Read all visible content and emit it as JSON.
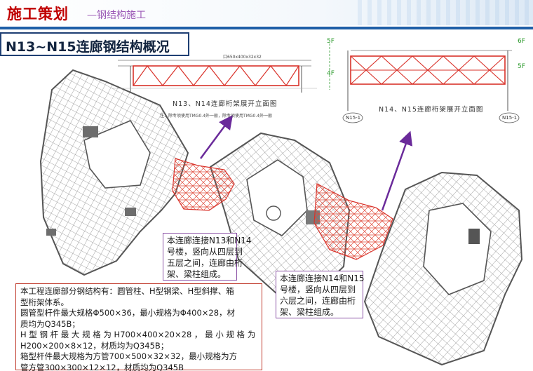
{
  "header": {
    "section_title": "施工策划",
    "section_subtitle": "—钢结构施工"
  },
  "page_title": "N13~N15连廊钢结构概况",
  "drawing_left": {
    "title": "N13、N14连廊桁架展开立面图",
    "note": "注：除专项使用TMG0.4外一般，除专项使用TMG0.4外一般",
    "dimension_label": "口650x400x32x32"
  },
  "drawing_right": {
    "title": "N14、N15连廊桁架展开立面图",
    "floor_labels": [
      "5F",
      "6F",
      "4F",
      "5F"
    ],
    "building_labels": [
      "N15-1",
      "N15-1"
    ]
  },
  "callouts": {
    "n13_n14": [
      "本连廊连接N13和N14",
      "号楼，竖向从四层到",
      "五层之间，连廊由桁",
      "架、梁柱组成。"
    ],
    "n14_n15": [
      "本连廊连接N14和N15",
      "号楼，竖向从四层到",
      "六层之间，连廊由桁",
      "架、梁柱组成。"
    ]
  },
  "summary_lines": [
    "本工程连廊部分钢结构有：圆管柱、H型钢梁、H型斜撑、箱",
    "型桁架体系。",
    "圆管型杆件最大规格Φ500×36，最小规格为Φ400×28，材",
    "质均为Q345B；",
    "H 型 钢 杆 最 大 规 格 为 H700×400×20×28 ， 最 小 规 格 为",
    "H200×200×8×12，材质均为Q345B；",
    "箱型杆件最大规格为方管700×500×32×32，最小规格为方",
    "管方管300×300×12×12，材质均为Q345B"
  ],
  "colors": {
    "accent_red": "#c00000",
    "subtitle_purple": "#9b59b6",
    "title_bar_blue": "#1f5fa8",
    "arrow_purple": "#6a2a9a",
    "truss_red": "#d9322a",
    "level_green": "#2e9b2e"
  }
}
